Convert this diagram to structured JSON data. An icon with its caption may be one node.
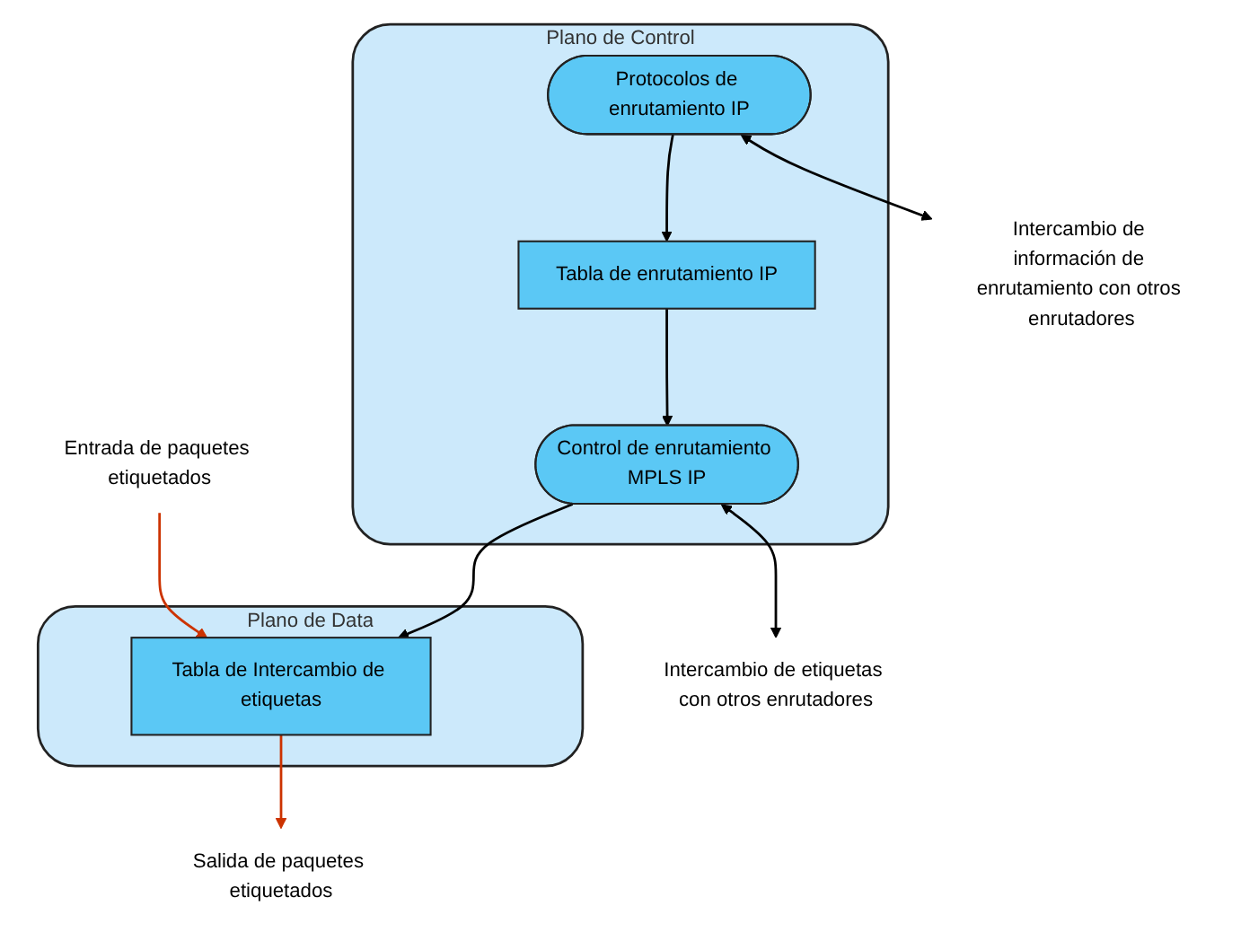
{
  "diagram": {
    "nodes": [
      {
        "text": [
          "Plano de Control"
        ]
      },
      {
        "text": [
          "Protocolos de enrutamiento IP"
        ],
        "in": 0
      },
      {
        "text": [
          "Tabla de enrutamiento IP"
        ],
        "in": 0
      },
      {
        "text": [
          "Control de enrutamiento MPLS IP"
        ],
        "in": 0
      },
      {
        "text": [
          "Plano de Data"
        ]
      },
      {
        "text": [
          "Tabla de Intercambio de etiquetas"
        ],
        "in": 4
      },
      {
        "text": [
          "Intercambio de información de enrutamiento con otros enrutadores"
        ]
      },
      {
        "text": [
          "Intercambio de etiquetas con otros enrutadores"
        ]
      },
      {
        "text": [
          "Entrada de paquetes etiquetados"
        ]
      },
      {
        "text": [
          "Salida de paquetes etiquetados"
        ]
      }
    ],
    "edges": [
      {
        "from": 1,
        "to": 2,
        "arrow": "to"
      },
      {
        "from": 2,
        "to": 3,
        "arrow": "to"
      },
      {
        "from": 3,
        "to": 5,
        "arrow": "to"
      },
      {
        "from": 1,
        "to": 6,
        "arrow": "both"
      },
      {
        "from": 3,
        "to": 7,
        "arrow": "both"
      },
      {
        "from": 8,
        "to": 5,
        "arrow": "to",
        "color": "#cc3300"
      },
      {
        "from": 5,
        "to": 9,
        "arrow": "to",
        "color": "#cc3300"
      }
    ]
  }
}
